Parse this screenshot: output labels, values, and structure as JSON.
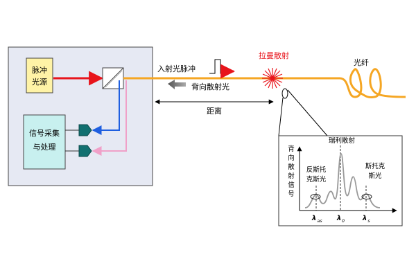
{
  "labels": {
    "pulse_source_line1": "脉冲",
    "pulse_source_line2": "光源",
    "signal_proc_line1": "信号采集",
    "signal_proc_line2": "与处理",
    "incident_pulse": "入射光脉冲",
    "backscatter": "背向散射光",
    "distance": "距离",
    "raman": "拉曼散射",
    "fiber": "光纤",
    "rayleigh": "瑞利散射",
    "anti_stokes_line1": "反斯托",
    "anti_stokes_line2": "克斯光",
    "stokes_line1": "斯托克",
    "stokes_line2": "斯光",
    "y_axis_chars": [
      "背",
      "向",
      "散",
      "射",
      "信",
      "号"
    ],
    "lambda_as_base": "λ",
    "lambda_as_sub": "as",
    "lambda_0_base": "λ",
    "lambda_0_sub": "0",
    "lambda_s_base": "λ",
    "lambda_s_sub": "s"
  },
  "colors": {
    "fiber": "#f5a623",
    "red_arrow": "#e8141b",
    "blue_line": "#1f5fe0",
    "pink_line": "#f0a0c8",
    "panel_bg": "#e6e9f3",
    "source_box": "#fff3a6",
    "proc_box": "#c8f0ef",
    "detector": "#127070"
  }
}
